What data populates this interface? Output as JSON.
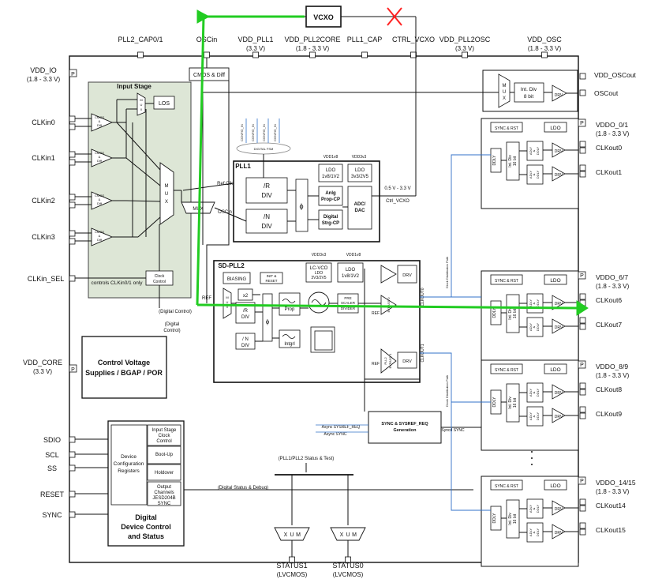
{
  "vcxo": {
    "label": "VCXO"
  },
  "pins": {
    "top": [
      {
        "name": "PLL2_CAP0/1",
        "sub": ""
      },
      {
        "name": "OSCin",
        "sub": ""
      },
      {
        "name": "VDD_PLL1",
        "sub": "(3.3 V)"
      },
      {
        "name": "VDD_PLL2CORE",
        "sub": "(1.8 - 3.3 V)"
      },
      {
        "name": "PLL1_CAP",
        "sub": ""
      },
      {
        "name": "CTRL_VCXO",
        "sub": ""
      },
      {
        "name": "VDD_PLL2OSC",
        "sub": "(3.3 V)"
      },
      {
        "name": "VDD_OSC",
        "sub": "(1.8 - 3.3 V)"
      }
    ],
    "vdd_io": {
      "name": "VDD_IO",
      "sub": "(1.8 - 3.3 V)"
    },
    "left_inputs": [
      "CLKin0",
      "CLKin1",
      "CLKin2",
      "CLKin3",
      "CLKin_SEL"
    ],
    "vdd_core": {
      "name": "VDD_CORE",
      "sub": "(3.3 V)"
    },
    "left_ctrl": [
      "SDIO",
      "SCL",
      "SS",
      "RESET",
      "SYNC"
    ],
    "bottom": [
      {
        "name": "STATUS1",
        "sub": "(LVCMOS)"
      },
      {
        "name": "STATUS0",
        "sub": "(LVCMOS)"
      }
    ],
    "right_osc": [
      "VDD_OSCout",
      "OSCout"
    ]
  },
  "input_stage": {
    "title": "Input Stage",
    "los": "LOS",
    "buffers": [
      "CMOS",
      "&",
      "Diff"
    ],
    "mux": [
      "M",
      "U",
      "X"
    ],
    "small_mux": [
      "M",
      "U",
      "X"
    ],
    "controls": "controls CLKin0/1 only",
    "clock_control": [
      "Clock",
      "Control"
    ]
  },
  "cmos_diff": "CMOS & Diff",
  "digital_control": [
    "(Digital Control)",
    "(Digital",
    "Control)"
  ],
  "pll1": {
    "title": "PLL1",
    "ref_clk": "Ref Clk",
    "oscin": "OSCin",
    "r_div": [
      "/R",
      "DIV"
    ],
    "n_div": [
      "/N",
      "DIV"
    ],
    "phi": "ϕ",
    "ldo_labels": [
      "VDD1v8",
      "VDD3v3"
    ],
    "ldo1": [
      "LDO",
      "1v8/1V2"
    ],
    "ldo2": [
      "LDO",
      "3v3/2V5"
    ],
    "analog_cp": [
      "Anlg",
      "Prop-CP"
    ],
    "digital_cp": [
      "Digital",
      "Strg-CP"
    ],
    "adc": [
      "ADC/",
      "DAC"
    ],
    "voltage": "0.5 V - 3.3 V",
    "ctrl": "Ctrl_VCXO",
    "dig_fsm": "DIGITAL FSM",
    "cp_in": [
      "CONFIG_IN",
      "CONFIG_IN",
      "CONFIG_IN",
      "CONFIG_IN"
    ]
  },
  "mux_small": "MUX",
  "sdpll2": {
    "title": "SD-PLL2",
    "biasing": "BIASING",
    "init_reset": [
      "INIT &",
      "RESET"
    ],
    "ldo_labels": [
      "VDD3v3",
      "VDD1v8"
    ],
    "lcvco": [
      "LC-VCO",
      "LDO",
      "3V3/2V5"
    ],
    "ldo2": [
      "LDO",
      "1v8/1V2"
    ],
    "x2": "x2",
    "mux_letters": [
      "M",
      "U",
      "X"
    ],
    "r_div": [
      "/R",
      "DIV"
    ],
    "n_div": [
      "/ N",
      "DIV"
    ],
    "phi": "ϕ",
    "prop": "Prop",
    "intgrl": "Intgrl",
    "pre_divider": [
      "PRE",
      "SCALER",
      "DIVIDER"
    ],
    "ref": "REF",
    "drv": "DRV",
    "clkout0": "CLKOUT0",
    "clkout1": "CLKOUT1",
    "bypass0": [
      "PLL2",
      "BYPASS 0"
    ],
    "bypass1": [
      "PLL2",
      "BYPASS 1"
    ]
  },
  "ref_label": "REF",
  "osc_out": {
    "mux": [
      "M",
      "U",
      "X"
    ],
    "div": [
      "Int. Div",
      "8 bit"
    ],
    "drv": "DRV"
  },
  "channels": [
    {
      "vdd": "VDDO_0/1",
      "sub": "(1.8 - 3.3 V)",
      "outs": [
        "CLKout0",
        "CLKout1"
      ]
    },
    {
      "vdd": "VDDO_6/7",
      "sub": "(1.8 - 3.3 V)",
      "outs": [
        "CLKout6",
        "CLKout7"
      ]
    },
    {
      "vdd": "VDDO_8/9",
      "sub": "(1.8 - 3.3 V)",
      "outs": [
        "CLKout8",
        "CLKout9"
      ]
    },
    {
      "vdd": "VDDO_14/15",
      "sub": "(1.8 - 3.3 V)",
      "outs": [
        "CLKout14",
        "CLKout15"
      ]
    }
  ],
  "channel_block": {
    "sync_rst": "SYNC & RST",
    "ldo": "LDO",
    "ddly": "DDLY",
    "int_div": [
      "Int. Div",
      "16 bit"
    ],
    "adly": [
      "ADLY",
      "&",
      "DDLY"
    ],
    "drv": "DRV",
    "p": "P"
  },
  "clock_dist": "Clock Distribution Path",
  "cvs": [
    "Control Voltage",
    "Supplies / BGAP / POR"
  ],
  "ddc": {
    "cfg": [
      "Device",
      "Configuration",
      "Registers"
    ],
    "items": [
      [
        "Input Stage",
        "Clock",
        "Control"
      ],
      [
        "Boot-Up"
      ],
      [
        "Holdover"
      ],
      [
        "Output",
        "Channels",
        "JESD204B",
        "SYNC"
      ]
    ],
    "title": [
      "Digital",
      "Device Control",
      "and Status"
    ]
  },
  "sync": {
    "block": [
      "SYNC & SYSREF_REQ",
      "Generation"
    ],
    "async_sysref": "Async SYSREF_REQ",
    "async_sync": "Async SYNC",
    "syncd": "Syncd SYNC"
  },
  "status_bus": {
    "label": "(PLL1/PLL2 Status & Test)",
    "debug": "(Digital Status & Debug)"
  },
  "status_mux": [
    "M",
    "U",
    "X"
  ],
  "p_label": "P",
  "colors": {
    "green": "#22cc22",
    "red": "#ff2222",
    "panel": "#dde6d6",
    "blue": "#3070c8"
  }
}
